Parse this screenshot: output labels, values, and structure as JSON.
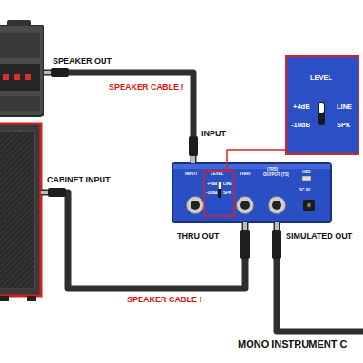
{
  "diagram": {
    "nodes": [
      {
        "text": [
          "SPEAKER OUT"
        ]
      },
      {
        "text": [
          "LEVEL",
          "+4dB",
          "LINE",
          "-10dB",
          "SPK"
        ]
      },
      {
        "text": [
          "CABINET INPUT"
        ]
      },
      {
        "text": [
          "INPUT",
          "LEVEL",
          "+4dB",
          "LINE",
          "-10dB",
          "SPK",
          "THRU",
          "(TRS)",
          "OUTPUT (TS)",
          "USB",
          "DC 9V"
        ]
      }
    ],
    "edges": [
      {
        "from": 0,
        "to": 3,
        "label": "SPEAKER CABLE !",
        "arrow": "none"
      },
      {
        "from": 1,
        "to": 3,
        "arrow": "none"
      },
      {
        "from": 3,
        "to": 2,
        "label": "SPEAKER CABLE !",
        "arrow": "none"
      }
    ],
    "labels": [
      "INPUT",
      "THRU OUT",
      "SIMULATED OUT",
      "MONO INSTRUMENT C"
    ]
  }
}
